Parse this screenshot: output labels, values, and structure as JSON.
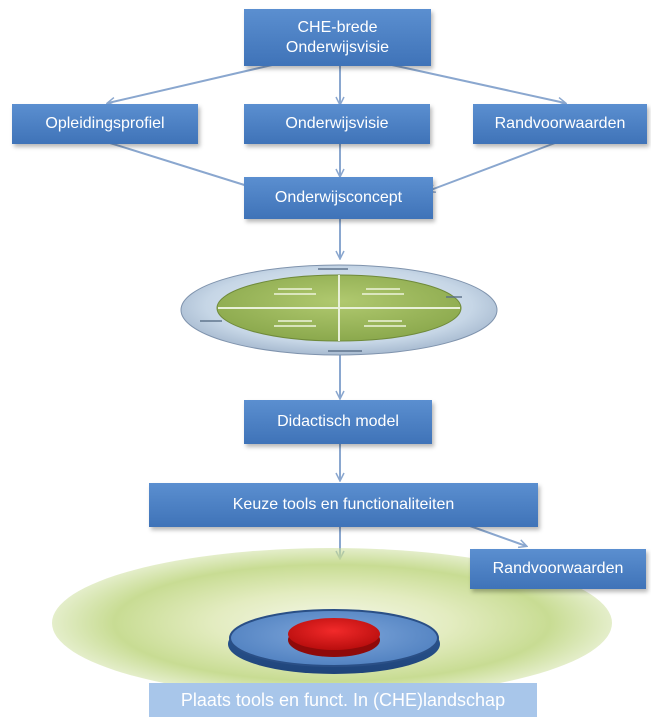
{
  "diagram": {
    "top_box": {
      "line1": "CHE-brede",
      "line2": "Onderwijsvisie"
    },
    "opleidingsprofiel": "Opleidingsprofiel",
    "onderwijsvisie": "Onderwijsvisie",
    "randvoorwaarden_top": "Randvoorwaarden",
    "onderwijsconcept": "Onderwijsconcept",
    "didactisch_model": "Didactisch model",
    "keuze_tools": "Keuze tools en functionaliteiten",
    "randvoorwaarden_bottom": "Randvoorwaarden",
    "landscape_label": "Plaats tools en funct. In (CHE)landschap"
  },
  "colors": {
    "box_blue": "#4a7fc4",
    "connector": "#8aa7cf",
    "disc_green": "#9cb85c",
    "landscape_red": "#d81818"
  }
}
